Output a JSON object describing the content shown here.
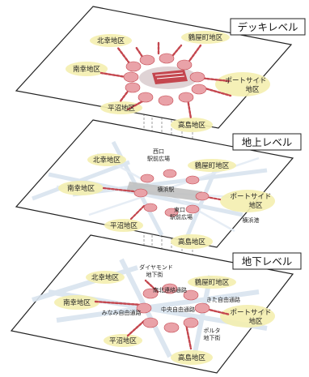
{
  "levels": {
    "deck": {
      "title": "デッキレベル",
      "districts": {
        "kitasaiwai": "北幸地区",
        "tsuruyacho": "鶴屋町地区",
        "minamisaiwai": "南幸地区",
        "portside_1": "ポートサイド",
        "portside_2": "地区",
        "hiranuma": "平沼地区",
        "takashima": "高島地区"
      }
    },
    "ground": {
      "title": "地上レベル",
      "districts": {
        "kitasaiwai": "北幸地区",
        "tsuruyacho": "鶴屋町地区",
        "minamisaiwai": "南幸地区",
        "portside_1": "ポートサイド",
        "portside_2": "地区",
        "hiranuma": "平沼地区",
        "takashima": "高島地区"
      },
      "places": {
        "west_plaza_1": "西口",
        "west_plaza_2": "駅前広場",
        "station": "横浜駅",
        "east_plaza_1": "東口",
        "east_plaza_2": "駅前広場",
        "yokohama_port": "横浜港"
      }
    },
    "underground": {
      "title": "地下レベル",
      "districts": {
        "kitasaiwai": "北幸地区",
        "tsuruyacho": "鶴屋町地区",
        "minamisaiwai": "南幸地区",
        "portside_1": "ポートサイド",
        "portside_2": "地区",
        "hiranuma": "平沼地区",
        "takashima": "高島地区"
      },
      "places": {
        "diamond_1": "ダイヤモンド",
        "diamond_2": "地下街",
        "north_south": "南北連絡通路",
        "kita_free": "きた自由通路",
        "minami_free": "みなみ自由通路",
        "chuo_free": "中央自由通路",
        "porta_1": "ポルタ",
        "porta_2": "地下街"
      }
    }
  },
  "colors": {
    "route": "#c4464e",
    "node": "#e9a2a8",
    "district_fill": "#f4efb0",
    "map_shade": "#d9e4ef"
  }
}
